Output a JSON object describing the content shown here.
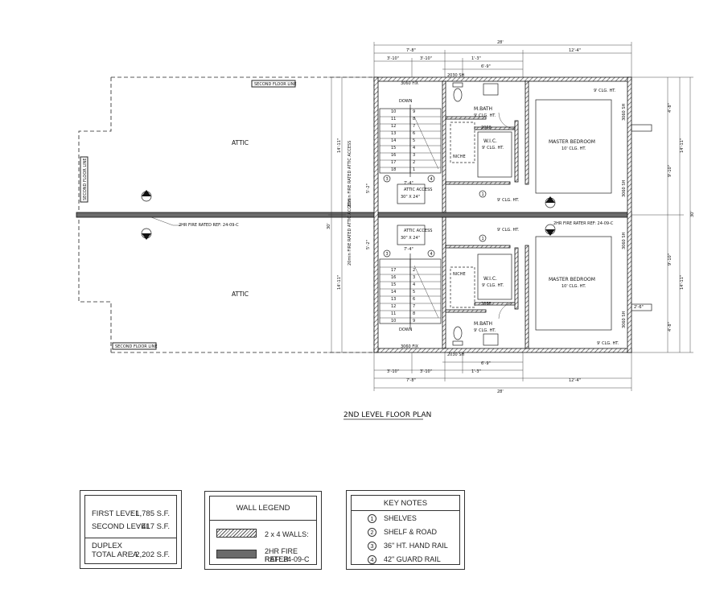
{
  "plan": {
    "title": "2ND LEVEL FLOOR PLAN",
    "attic_label": "ATTIC",
    "second_floor_line": "SECOND FLOOR LINE",
    "fire_rated_ref": "2HR FIRE RATED REF: 24-09-C",
    "fire_rater_ref": "2HR FIRE RATER REF: 24-09-C",
    "fire_rated_attic_access": "20min FIRE RATED ATTIC ACCESS",
    "attic_access": "ATTIC ACCESS",
    "attic_access_size": "30\" X 24\"",
    "master_bedroom": "MASTER BEDROOM",
    "clg_10": "10' CLG. HT.",
    "clg_9": "9' CLG. HT.",
    "m_bath": "M.BATH",
    "wic": "W.I.C.",
    "niche": "NICHE",
    "down": "DOWN",
    "window_3060_fix": "3060 FIX",
    "window_2030_sh": "2030 SH",
    "window_3060_sh": "3060 SH",
    "door_2068": "2068",
    "stair_upper_left": [
      "10",
      "11",
      "12",
      "13",
      "14",
      "15",
      "16",
      "17",
      "18"
    ],
    "stair_upper_right": [
      "9",
      "8",
      "7",
      "6",
      "5",
      "4",
      "3",
      "2",
      "1"
    ],
    "stair_lower_left": [
      "17",
      "16",
      "15",
      "14",
      "13",
      "12",
      "11",
      "10"
    ],
    "stair_lower_right": [
      "2",
      "3",
      "4",
      "5",
      "6",
      "7",
      "8",
      "9"
    ],
    "callouts": [
      "1",
      "2",
      "3",
      "4"
    ],
    "dims": {
      "overall_width": "28'",
      "seg_7_8": "7'-8\"",
      "seg_12_4": "12'-4\"",
      "seg_3_10": "3'-10\"",
      "seg_1_3": "1'-3\"",
      "seg_6_9": "6'-9\"",
      "seg_14_11": "14'-11\"",
      "seg_30": "30'",
      "seg_4_8": "4'-8\"",
      "seg_5_2": "5'-2\"",
      "seg_7_4": "7'-4\"",
      "seg_9_10": "9'-10\"",
      "seg_2_6": "2'-6\""
    }
  },
  "area_table": {
    "first_level_label": "FIRST LEVEL",
    "first_level_value": ": 1,785 S.F.",
    "second_level_label": "SECOND LEVEL",
    "second_level_value": ": 417 S.F.",
    "duplex_label": "DUPLEX",
    "total_label": "TOTAL AREA",
    "total_value": ": 2,202 S.F."
  },
  "wall_legend": {
    "title": "WALL LEGEND",
    "walls_2x4": "2 x 4 WALLS:",
    "fire_rater_line1": "2HR FIRE RATER",
    "fire_rater_line2": "REF: 24-09-C"
  },
  "key_notes": {
    "title": "KEY NOTES",
    "items": [
      {
        "num": "1",
        "text": "SHELVES"
      },
      {
        "num": "2",
        "text": "SHELF & ROAD"
      },
      {
        "num": "3",
        "text": "36\" HT. HAND RAIL"
      },
      {
        "num": "4",
        "text": "42\" GUARD RAIL"
      }
    ]
  },
  "colors": {
    "line": "#111111",
    "fire_wall": "#6b6b6b",
    "background": "#ffffff"
  }
}
